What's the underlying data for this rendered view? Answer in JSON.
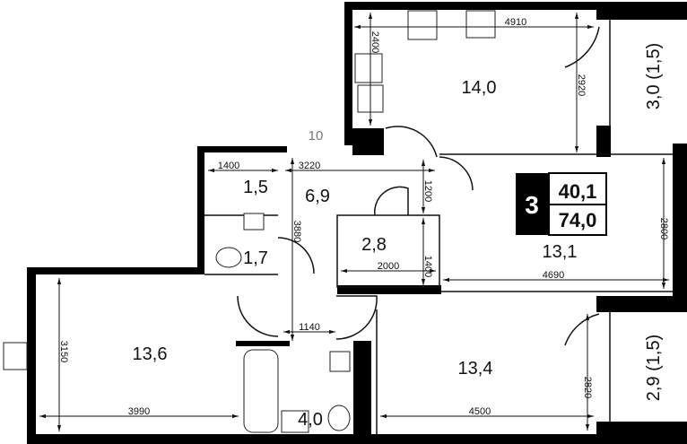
{
  "plan": {
    "rooms_count": "3",
    "living_area": "40,1",
    "total_area": "74,0",
    "rooms": {
      "kitchen": "14,0",
      "balcony_top": "3,0 (1,5)",
      "entrance_label": "10",
      "storage": "1,5",
      "hall": "6,9",
      "closet": "2,8",
      "toilet": "1,7",
      "bedroom_right": "13,1",
      "bedroom_left": "13,6",
      "bedroom_bottom": "13,4",
      "bathroom": "4,0",
      "balcony_bottom": "2,9 (1,5)"
    },
    "dimensions": {
      "kitchen_width": "4910",
      "kitchen_left": "2400",
      "kitchen_depth": "2920",
      "storage_width": "1400",
      "hall_width": "3220",
      "hall_upper": "1200",
      "hall_length": "3880",
      "closet_depth": "1400",
      "closet_width": "2000",
      "bedroom_right_depth": "2800",
      "bedroom_right_width": "4690",
      "bedroom_left_depth": "3150",
      "corridor_width": "1140",
      "bedroom_bottom_depth": "2820",
      "bedroom_left_width": "3990",
      "bedroom_bottom_width": "4500"
    }
  }
}
